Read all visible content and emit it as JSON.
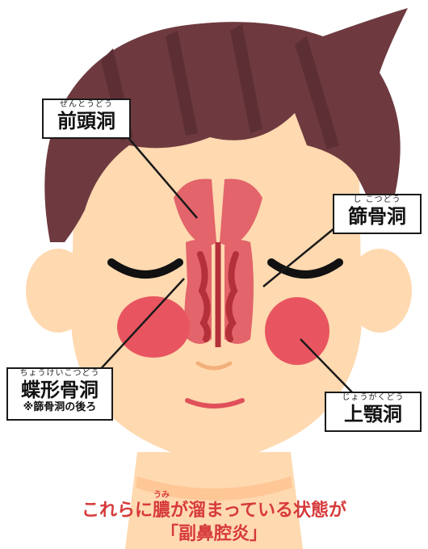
{
  "labels": {
    "frontal": {
      "reading": "ぜんとうどう",
      "name": "前頭洞"
    },
    "ethmoid": {
      "reading": "し こつどう",
      "name": "篩骨洞"
    },
    "sphenoid": {
      "reading": "ちょうけいこつどう",
      "name": "蝶形骨洞",
      "note": "※篩骨洞の後ろ"
    },
    "maxillary": {
      "reading": "じょうがくどう",
      "name": "上顎洞"
    }
  },
  "caption": {
    "line1_pre": "これらに",
    "pus": "膿",
    "pus_reading": "うみ",
    "line1_post": "が溜まっている状態が",
    "line2": "「副鼻腔炎」"
  },
  "colors": {
    "hair": "#6e3a3f",
    "skin": "#ffd9b0",
    "sinus": "#e3646b",
    "sinus_dark": "#b4313a",
    "cheek": "#e85560",
    "caption": "#d63a3a"
  }
}
